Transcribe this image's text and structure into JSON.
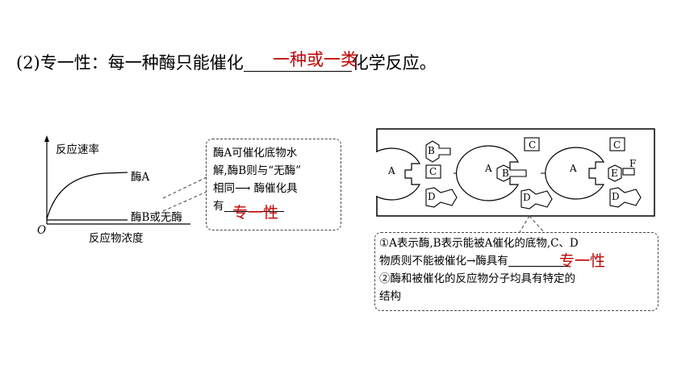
{
  "heading": {
    "prefix": "(2)",
    "text_before": "专一性：每一种酶只能催化",
    "answer": "一种或一类",
    "text_after": "化学反应。"
  },
  "graph": {
    "ylabel": "反应速率",
    "xlabel": "反应物浓度",
    "origin": "O",
    "curve_a_label": "酶A",
    "curve_b_label": "酶B或无酶"
  },
  "graph_note": {
    "line1": "酶A可催化底物水",
    "line2": "解,酶B则与“无酶”",
    "line3_prefix": "相同",
    "line3_suffix": "酶催化具",
    "line4_prefix": "有",
    "answer": "专一性"
  },
  "diagram": {
    "labels": {
      "A": "A",
      "B": "B",
      "C": "C",
      "D": "D",
      "E": "E",
      "F": "F"
    }
  },
  "diagram_note": {
    "line1": "①A表示酶,B表示能被A催化的底物,C、D",
    "line2_prefix": "物质则不能被催化",
    "line2_suffix": "酶具有",
    "answer": "专一性",
    "line3": "②酶和被催化的反应物分子均具有特定的",
    "line4": "结构"
  },
  "colors": {
    "answer": "#c00000",
    "text": "#000000"
  }
}
